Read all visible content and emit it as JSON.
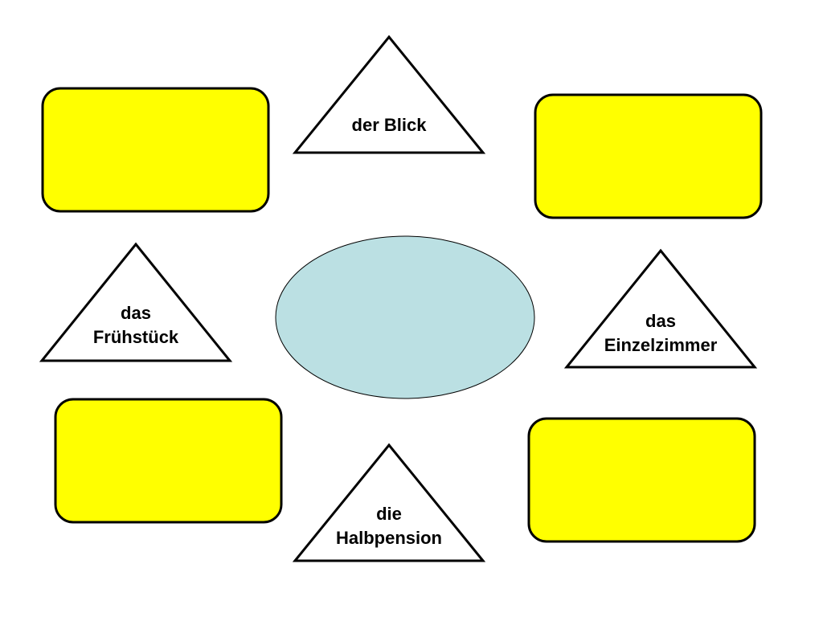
{
  "diagram": {
    "colors": {
      "box_fill": "#FFFF00",
      "center_fill": "#BBE0E3",
      "triangle_fill": "#FFFFFF",
      "stroke": "#000000"
    },
    "triangles": [
      {
        "id": "top",
        "lines": [
          "der Blick"
        ]
      },
      {
        "id": "left",
        "lines": [
          "das",
          "Frühstück"
        ]
      },
      {
        "id": "right",
        "lines": [
          "das",
          "Einzelzimmer"
        ]
      },
      {
        "id": "bottom",
        "lines": [
          "die",
          "Halbpension"
        ]
      }
    ],
    "boxes": [
      {
        "id": "top-left"
      },
      {
        "id": "top-right"
      },
      {
        "id": "bottom-left"
      },
      {
        "id": "bottom-right"
      }
    ],
    "center": {
      "id": "center-ellipse"
    }
  }
}
